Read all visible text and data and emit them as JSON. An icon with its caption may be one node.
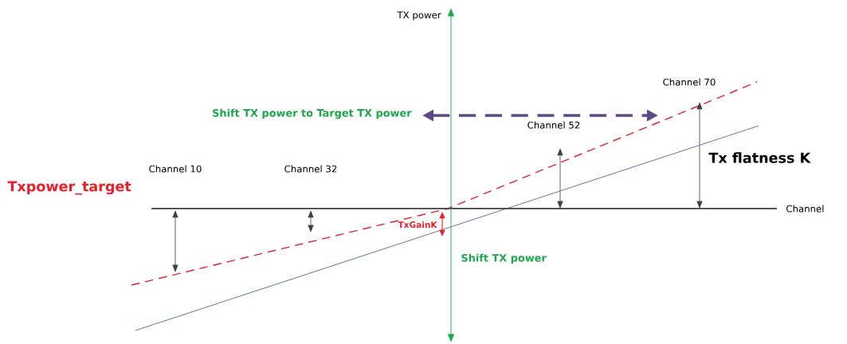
{
  "diagram": {
    "labels": [
      "TX power",
      "Channel 70",
      "Shift TX power to Target TX power",
      "Channel 52",
      "Channel 10",
      "Channel 32",
      "Tx flatness K",
      "Txpower_target",
      "Channel",
      "TxGainK",
      "Shift TX power"
    ]
  }
}
